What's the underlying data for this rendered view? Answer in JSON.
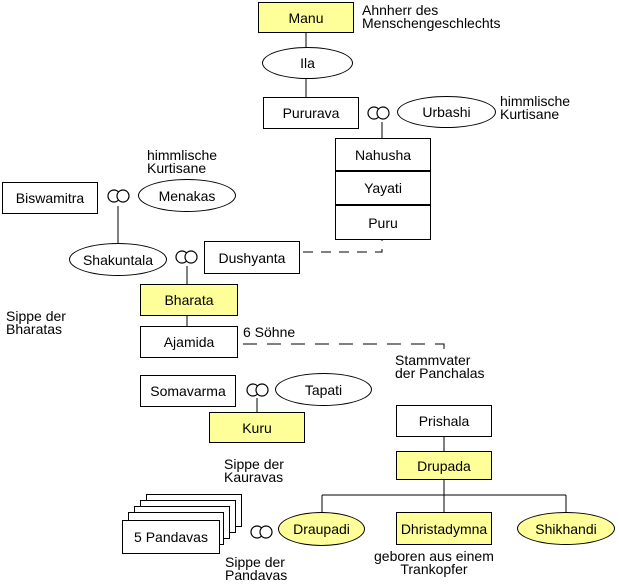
{
  "colors": {
    "highlight": "#ffff99",
    "line": "#000000",
    "background": "#ffffff"
  },
  "persons": {
    "manu": "Manu",
    "ila": "Ila",
    "pururava": "Pururava",
    "urbashi": "Urbashi",
    "nahusha": "Nahusha",
    "yayati": "Yayati",
    "puru": "Puru",
    "biswamitra": "Biswamitra",
    "menakas": "Menakas",
    "shakuntala": "Shakuntala",
    "dushyanta": "Dushyanta",
    "bharata": "Bharata",
    "ajamida": "Ajamida",
    "somavarma": "Somavarma",
    "tapati": "Tapati",
    "kuru": "Kuru",
    "prishala": "Prishala",
    "drupada": "Drupada",
    "pandavas": "5 Pandavas",
    "draupadi": "Draupadi",
    "dhristadymna": "Dhristadymna",
    "shikhandi": "Shikhandi"
  },
  "notes": {
    "manu_note": "Ahnherr des\nMenschengeschlechts",
    "urbashi_note": "himmlische\nKurtisane",
    "menakas_note": "himmlische\nKurtisane",
    "bharatas_clan": "Sippe der\nBharatas",
    "six_sons": "6 Söhne",
    "panchalas_ancestor": "Stammvater\nder Panchalas",
    "kauravas_clan": "Sippe der\nKauravas",
    "pandavas_clan": "Sippe der\nPandavas",
    "dhristadymna_note": "geboren aus einem\nTrankopfer"
  }
}
